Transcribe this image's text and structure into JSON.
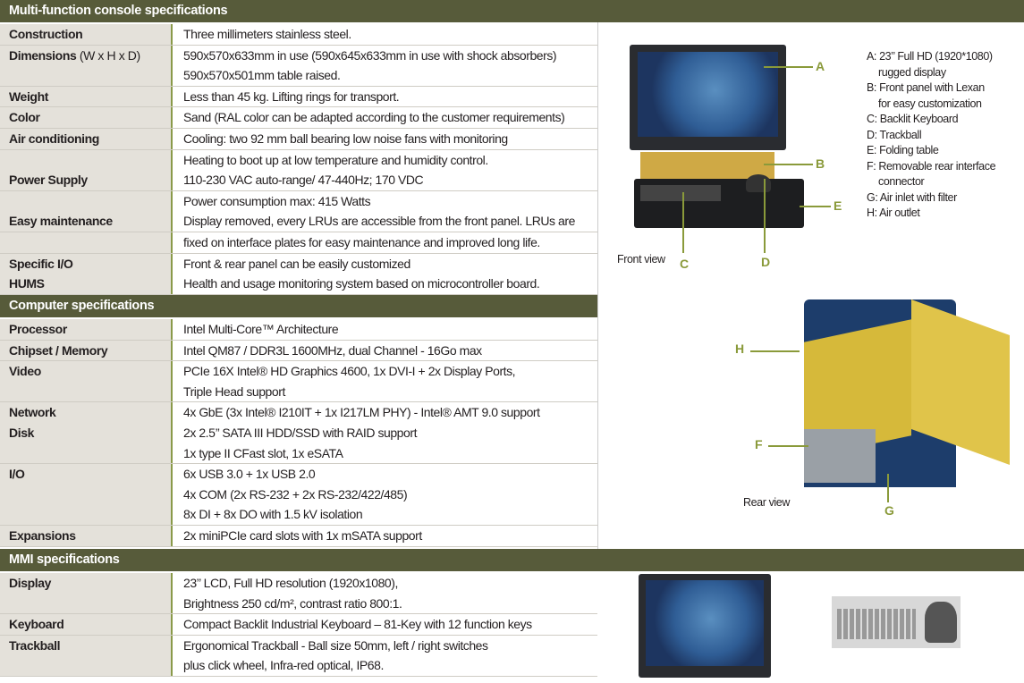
{
  "sections": [
    {
      "title": "Multi-function console specifications",
      "rows": [
        {
          "label": [
            "Construction"
          ],
          "value": [
            "Three millimeters stainless steel."
          ]
        },
        {
          "label": [
            "Dimensions"
          ],
          "label_sub": " (W x H x D)",
          "value": [
            "590x570x633mm in use (590x645x633mm in use with shock absorbers)",
            "590x570x501mm table raised."
          ]
        },
        {
          "label": [
            "Weight"
          ],
          "value": [
            "Less than 45 kg. Lifting rings for transport."
          ]
        },
        {
          "label": [
            "Color"
          ],
          "value": [
            "Sand (RAL color can be adapted according to the customer requirements)"
          ]
        },
        {
          "label": [
            "Air conditioning"
          ],
          "value": [
            "Cooling: two 92 mm ball bearing low noise fans with monitoring"
          ]
        },
        {
          "label": [
            "",
            "Power Supply"
          ],
          "value": [
            "Heating to boot up at low temperature and humidity control.",
            "110-230 VAC auto-range/ 47-440Hz; 170 VDC"
          ]
        },
        {
          "label": [
            "",
            "Easy maintenance"
          ],
          "value": [
            "Power consumption max: 415 Watts",
            "Display removed, every LRUs are accessible from the front panel. LRUs are"
          ]
        },
        {
          "label": [
            ""
          ],
          "value": [
            "fixed on interface plates for easy maintenance and improved long life."
          ]
        },
        {
          "label": [
            "Specific I/O",
            "HUMS"
          ],
          "value": [
            "Front & rear panel can be easily customized",
            "Health and usage monitoring system based on microcontroller board."
          ]
        }
      ]
    },
    {
      "title": "Computer specifications",
      "rows": [
        {
          "label": [
            "Processor"
          ],
          "value": [
            "Intel Multi-Core™ Architecture"
          ]
        },
        {
          "label": [
            "Chipset / Memory"
          ],
          "value": [
            "Intel QM87 / DDR3L 1600MHz, dual Channel - 16Go max"
          ]
        },
        {
          "label": [
            "Video"
          ],
          "value": [
            "PCIe 16X Intel® HD Graphics 4600, 1x DVI-I + 2x Display Ports,",
            "Triple Head support"
          ]
        },
        {
          "label": [
            "Network",
            "Disk"
          ],
          "value": [
            "4x GbE (3x Intel® I210IT + 1x I217LM PHY) - Intel® AMT 9.0 support",
            "2x 2.5’’ SATA III HDD/SSD with RAID support",
            "1x type II CFast slot, 1x eSATA"
          ]
        },
        {
          "label": [
            "I/O"
          ],
          "value": [
            "6x USB 3.0 + 1x USB 2.0",
            "4x COM (2x RS-232 + 2x RS-232/422/485)",
            "8x DI + 8x DO with 1.5 kV isolation"
          ]
        },
        {
          "label": [
            "Expansions"
          ],
          "value": [
            "2x miniPCIe card slots with 1x mSATA support"
          ]
        }
      ]
    },
    {
      "title": "MMI specifications",
      "rows": [
        {
          "label": [
            "Display"
          ],
          "value": [
            "23’’ LCD, Full HD resolution (1920x1080),",
            "Brightness 250 cd/m², contrast ratio 800:1."
          ]
        },
        {
          "label": [
            "Keyboard"
          ],
          "value": [
            "Compact Backlit Industrial Keyboard – 81-Key with 12 function keys"
          ]
        },
        {
          "label": [
            "Trackball"
          ],
          "value": [
            "Ergonomical Trackball - Ball size 50mm, left / right switches",
            "plus click wheel, Infra-red optical, IP68."
          ]
        }
      ]
    }
  ],
  "legend": [
    "A: 23’’ Full HD (1920*1080)",
    "rugged display",
    "B: Front panel with Lexan",
    "for easy customization",
    "C: Backlit Keyboard",
    "D: Trackball",
    "E: Folding table",
    "F: Removable rear interface",
    "connector",
    "G: Air inlet with filter",
    "H: Air outlet"
  ],
  "captions": {
    "front": "Front view",
    "rear": "Rear view"
  },
  "callouts": {
    "a": "A",
    "b": "B",
    "c": "C",
    "d": "D",
    "e": "E",
    "f": "F",
    "g": "G",
    "h": "H"
  },
  "colors": {
    "header": "#575b3a",
    "label_bg": "#e4e1da",
    "accent": "#8a9a3a"
  }
}
